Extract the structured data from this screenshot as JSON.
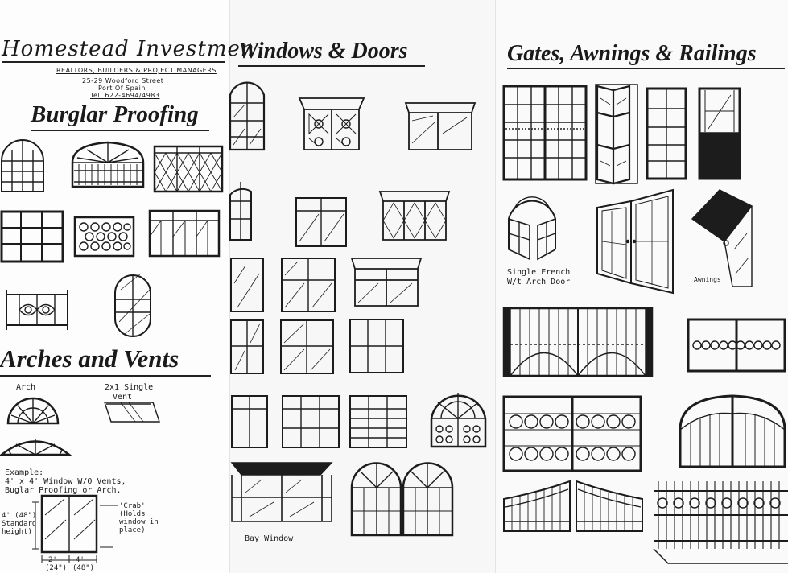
{
  "company": {
    "name": "Homestead Investmen",
    "tagline": "REALTORS, BUILDERS & PROJECT MANAGERS",
    "address_line1": "25-29 Woodford Street",
    "address_line2": "Port Of Spain",
    "phone": "Tel: 622-4694/4983"
  },
  "sections": {
    "burglar_proofing": "Burglar Proofing",
    "arches_vents": "Arches and Vents",
    "windows_doors": "Windows & Doors",
    "gates_awnings_railings": "Gates, Awnings & Railings"
  },
  "labels": {
    "arch": "Arch",
    "vent_line1": "2x1 Single",
    "vent_line2": "Vent",
    "example_line1": "Example:",
    "example_line2": "4' x 4' Window W/O Vents,",
    "example_line3": "Buglar Proofing or Arch.",
    "height_line1": "4' (48\")",
    "height_line2": "Standard",
    "height_line3": "height)",
    "crab_line1": "'Crab'",
    "crab_line2": "(Holds",
    "crab_line3": "window in",
    "crab_line4": "place)",
    "dim_left_a": "2'",
    "dim_left_b": "(24\")",
    "dim_right_a": "4'",
    "dim_right_b": "(48\")",
    "bay_window": "Bay Window",
    "french_line1": "Single French",
    "french_line2": "W/t Arch Door",
    "awnings": "Awnings"
  }
}
